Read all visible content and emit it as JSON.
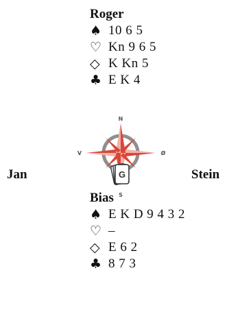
{
  "north": {
    "name": "Roger",
    "suits": [
      {
        "suit": "spades",
        "symbol": "♠",
        "color": "#111111",
        "cards": "10 6 5"
      },
      {
        "suit": "hearts",
        "symbol": "♡",
        "color": "#111111",
        "cards": "Kn 9 6 5"
      },
      {
        "suit": "diamonds",
        "symbol": "◇",
        "color": "#111111",
        "cards": "K Kn 5"
      },
      {
        "suit": "clubs",
        "symbol": "♣",
        "color": "#111111",
        "cards": "E K 4"
      }
    ]
  },
  "south": {
    "name": "Bias",
    "suits": [
      {
        "suit": "spades",
        "symbol": "♠",
        "color": "#111111",
        "cards": "E K D 9 4 3 2"
      },
      {
        "suit": "hearts",
        "symbol": "♡",
        "color": "#111111",
        "cards": "–"
      },
      {
        "suit": "diamonds",
        "symbol": "◇",
        "color": "#111111",
        "cards": "E 6 2"
      },
      {
        "suit": "clubs",
        "symbol": "♣",
        "color": "#111111",
        "cards": "8 7 3"
      }
    ]
  },
  "west": {
    "name": "Jan"
  },
  "east": {
    "name": "Stein"
  },
  "compass": {
    "n_label": "N",
    "s_label": "S",
    "w_label": "V",
    "e_label": "Ø",
    "card_label": "G",
    "star_color": "#d9463a",
    "star_shade_color": "#f3b2a8",
    "ring_color": "#8f8f8f"
  }
}
